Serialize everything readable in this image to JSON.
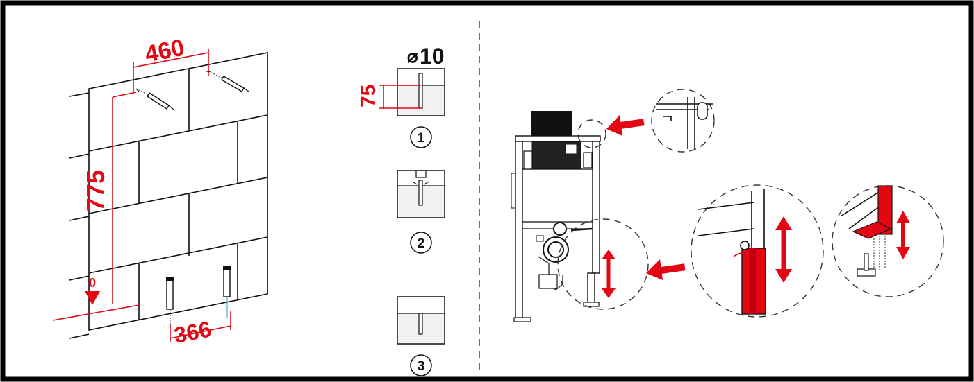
{
  "wall": {
    "dim_top": "460",
    "dim_height": "775",
    "dim_bottom": "366",
    "floor_mark": "0"
  },
  "drill": {
    "diameter_symbol": "⌀",
    "diameter": "10",
    "depth": "75",
    "steps": [
      "1",
      "2",
      "3"
    ]
  },
  "colors": {
    "accent": "#e30613",
    "line": "#111111",
    "frame": "#000000"
  },
  "icons": [
    "anchor-icon",
    "drill-hole-icon",
    "arrow-right-icon",
    "double-arrow-vertical-icon",
    "magnify-circle-icon"
  ]
}
